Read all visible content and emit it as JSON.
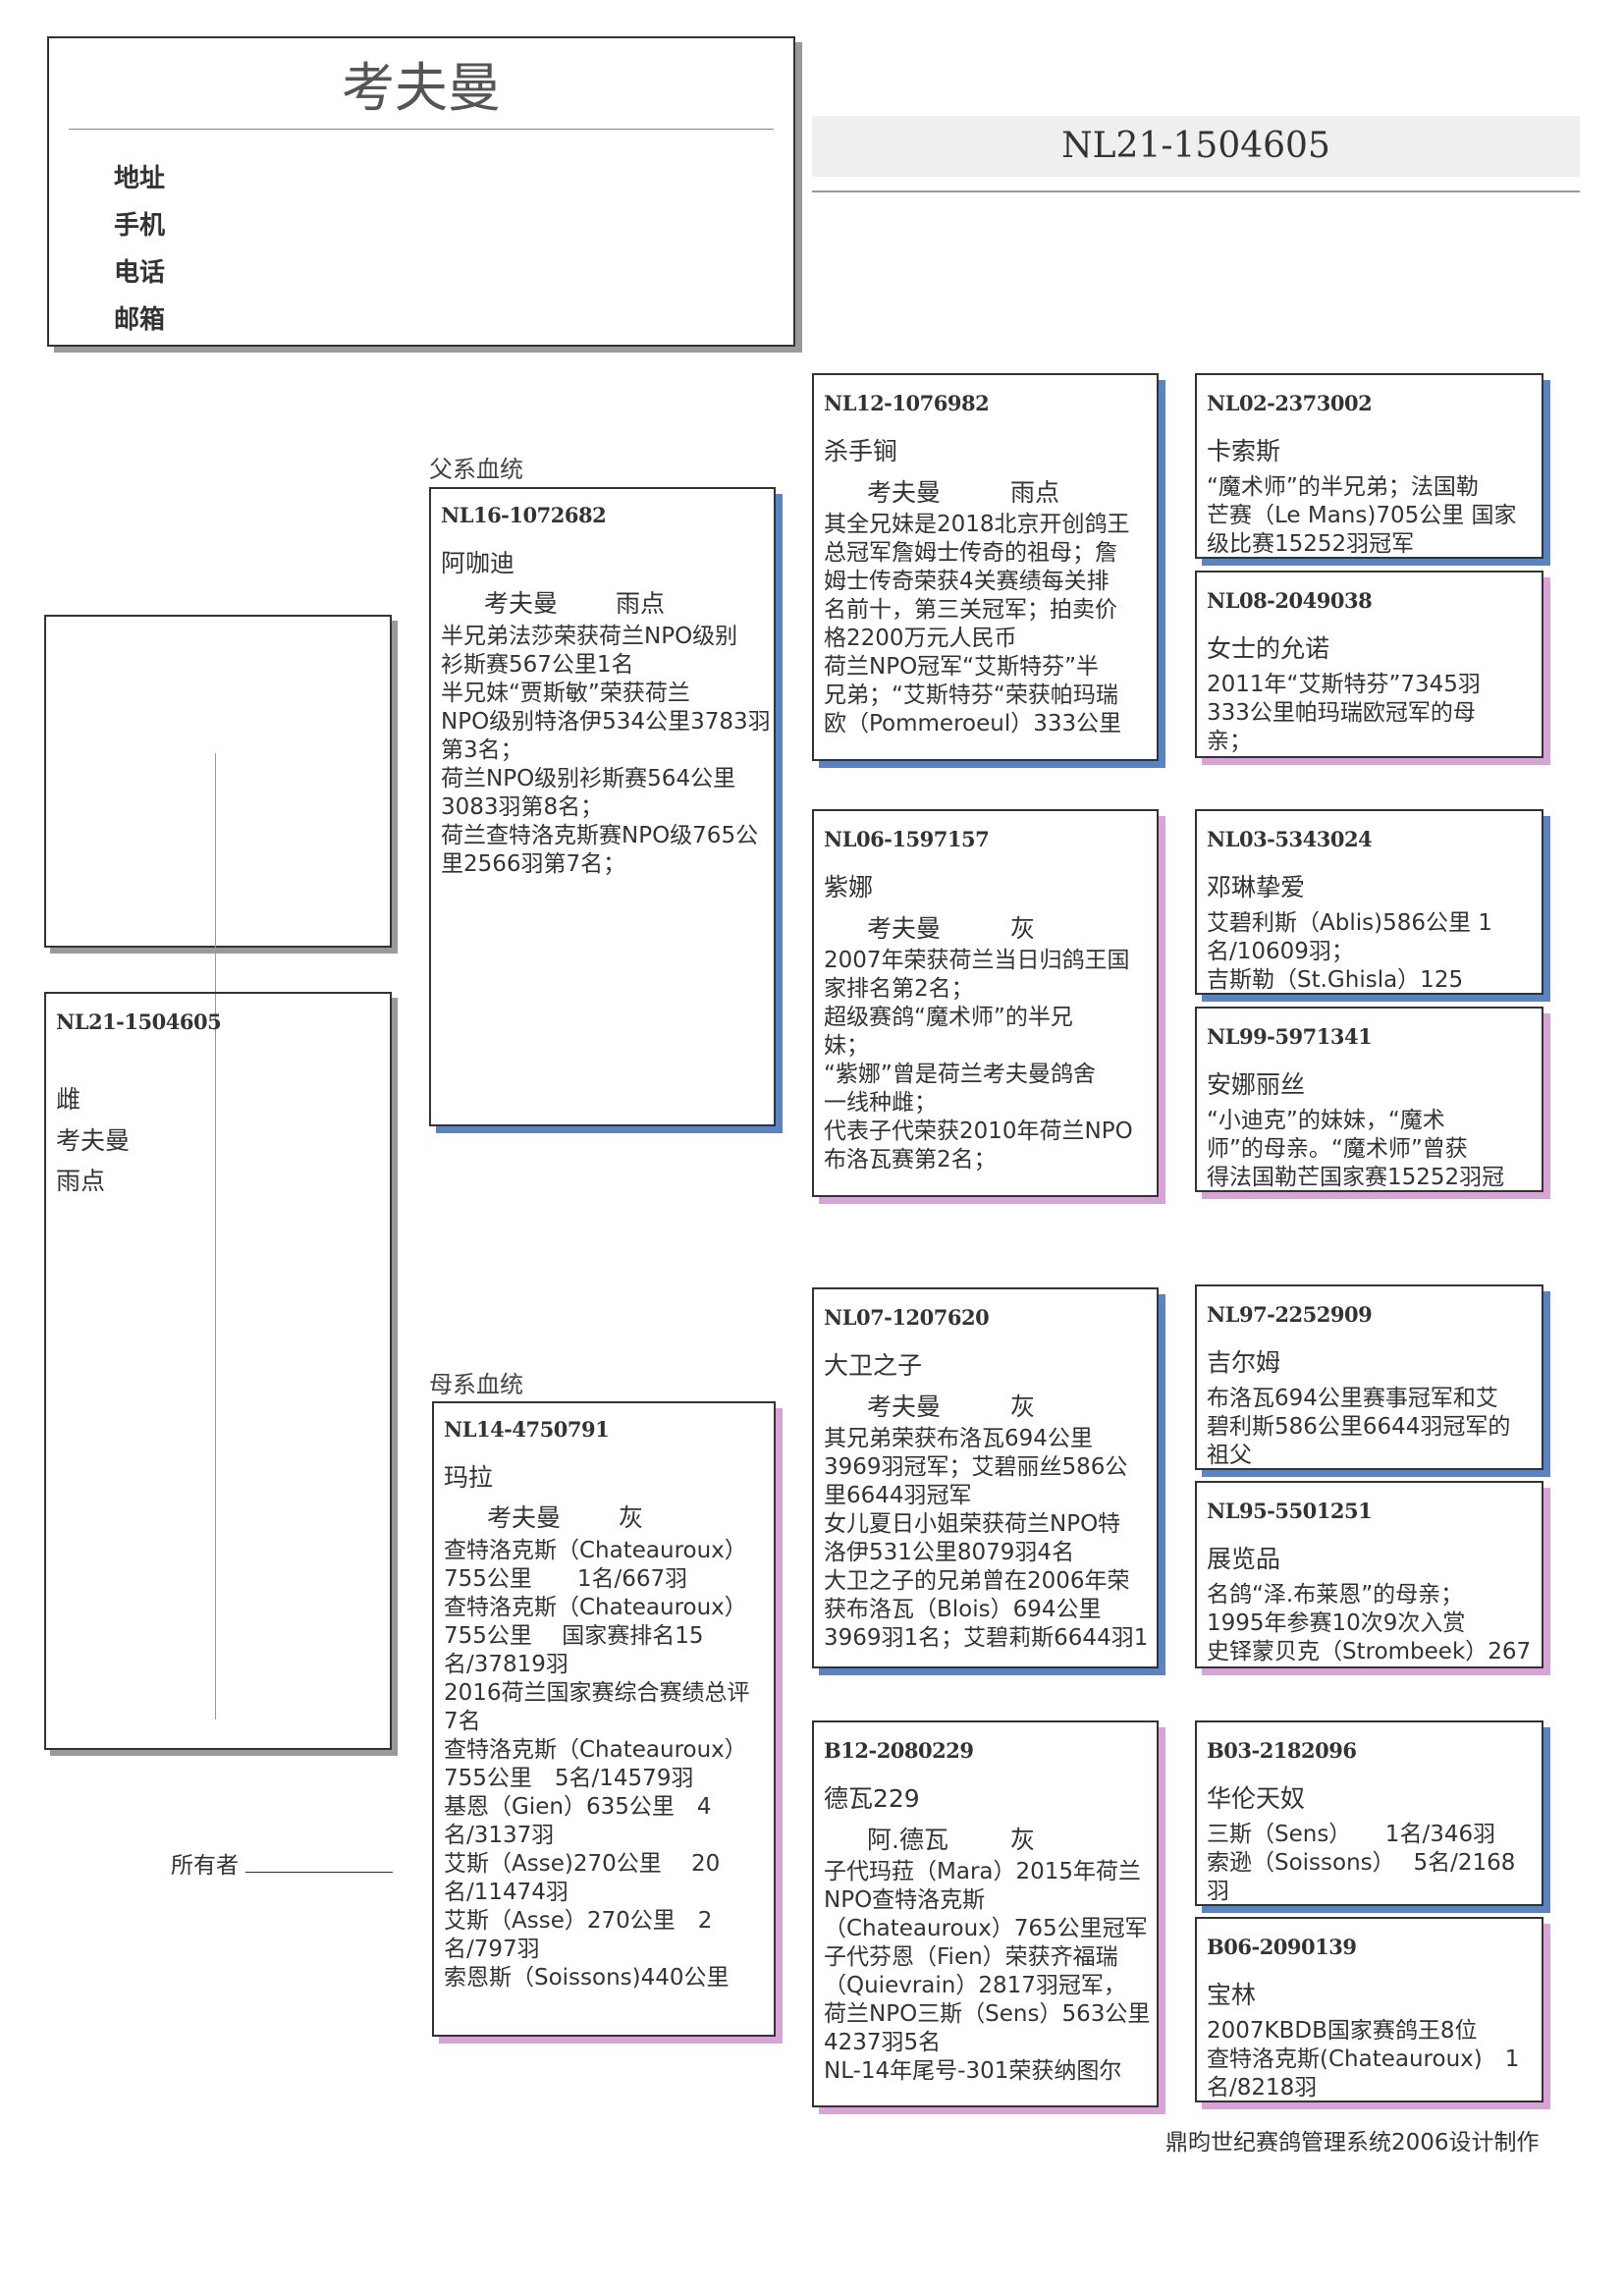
{
  "header": {
    "owner_name": "考夫曼",
    "contact_labels": [
      "地址",
      "手机",
      "电话",
      "邮箱"
    ]
  },
  "pedigree_id": "NL21-1504605",
  "subject": {
    "id": "NL21-1504605",
    "sex": "雌",
    "breeder": "考夫曼",
    "color": "雨点"
  },
  "owner_label": "所有者",
  "sire_label": "父系血统",
  "dam_label": "母系血统",
  "footer": "鼎昀世纪赛鸽管理系统2006设计制作",
  "cards": {
    "sire": {
      "id": "NL16-1072682",
      "name": "阿咖迪",
      "breeder": "考夫曼",
      "color": "雨点",
      "notes": [
        "半兄弟法莎荣获荷兰NPO级别",
        "衫斯赛567公里1名",
        "半兄妹“贾斯敏”荣获荷兰",
        "NPO级别特洛伊534公里3783羽",
        "第3名；",
        "荷兰NPO级别衫斯赛564公里",
        "3083羽第8名；",
        "荷兰查特洛克斯赛NPO级765公",
        "里2566羽第7名；"
      ]
    },
    "dam": {
      "id": "NL14-4750791",
      "name": "玛拉",
      "breeder": "考夫曼",
      "color": "灰",
      "notes": [
        "查特洛克斯（Chateauroux）",
        "755公里　　1名/667羽",
        "查特洛克斯（Chateauroux）",
        "755公里　 国家赛排名15",
        "名/37819羽",
        "2016荷兰国家赛综合赛绩总评",
        "7名",
        "查特洛克斯（Chateauroux）",
        "755公里　5名/14579羽",
        "基恩（Gien）635公里　4",
        "名/3137羽",
        "艾斯（Asse)270公里　 20",
        "名/11474羽",
        "艾斯（Asse）270公里　2",
        "名/797羽",
        "索恩斯（Soissons)440公里"
      ]
    },
    "sire_sire": {
      "id": "NL12-1076982",
      "name": "杀手锏",
      "breeder": "考夫曼",
      "color": "雨点",
      "notes": [
        "其全兄妹是2018北京开创鸽王",
        "总冠军詹姆士传奇的祖母；詹",
        "姆士传奇荣获4关赛绩每关排",
        "名前十，第三关冠军；拍卖价",
        "格2200万元人民币",
        "荷兰NPO冠军“艾斯特芬”半",
        "兄弟；“艾斯特芬“荣获帕玛瑞",
        "欧（Pommeroeul）333公里"
      ]
    },
    "sire_dam": {
      "id": "NL06-1597157",
      "name": "紫娜",
      "breeder": "考夫曼",
      "color": "灰",
      "notes": [
        "2007年荣获荷兰当日归鸽王国",
        "家排名第2名；",
        "超级赛鸽“魔术师”的半兄",
        "妹；",
        "“紫娜”曾是荷兰考夫曼鸽舍",
        "一线种雌；",
        "代表子代荣获2010年荷兰NPO",
        "布洛瓦赛第2名；"
      ]
    },
    "dam_sire": {
      "id": "NL07-1207620",
      "name": "大卫之子",
      "breeder": "考夫曼",
      "color": "灰",
      "notes": [
        "其兄弟荣获布洛瓦694公里",
        "3969羽冠军；艾碧丽丝586公",
        "里6644羽冠军",
        "女儿夏日小姐荣获荷兰NPO特",
        "洛伊531公里8079羽4名",
        "大卫之子的兄弟曾在2006年荣",
        "获布洛瓦（Blois）694公里",
        "3969羽1名；艾碧莉斯6644羽1"
      ]
    },
    "dam_dam": {
      "id": "B12-2080229",
      "name": "德瓦229",
      "breeder": "阿.德瓦",
      "color": "灰",
      "notes": [
        "子代玛菈（Mara）2015年荷兰",
        "NPO查特洛克斯",
        "（Chateauroux）765公里冠军",
        "子代芬恩（Fien）荣获齐福瑞",
        "（Quievrain）2817羽冠军，",
        "荷兰NPO三斯（Sens）563公里",
        "4237羽5名",
        "NL-14年尾号-301荣获纳图尔"
      ]
    },
    "ss_sire": {
      "id": "NL02-2373002",
      "name": "卡索斯",
      "notes": [
        "“魔术师”的半兄弟；法国勒",
        "芒赛（Le Mans)705公里 国家",
        "级比赛15252羽冠军"
      ]
    },
    "ss_dam": {
      "id": "NL08-2049038",
      "name": "女士的允诺",
      "notes": [
        "2011年“艾斯特芬”7345羽",
        "333公里帕玛瑞欧冠军的母",
        "亲；"
      ]
    },
    "sd_sire": {
      "id": "NL03-5343024",
      "name": "邓琳挚爱",
      "notes": [
        "艾碧利斯（Ablis)586公里 1",
        "名/10609羽；",
        "吉斯勒（St.Ghisla）125"
      ]
    },
    "sd_dam": {
      "id": "NL99-5971341",
      "name": "安娜丽丝",
      "notes": [
        "“小迪克”的妹妹，“魔术",
        "师”的母亲。“魔术师”曾获",
        "得法国勒芒国家赛15252羽冠"
      ]
    },
    "ds_sire": {
      "id": "NL97-2252909",
      "name": "吉尔姆",
      "notes": [
        "布洛瓦694公里赛事冠军和艾",
        "碧利斯586公里6644羽冠军的",
        "祖父"
      ]
    },
    "ds_dam": {
      "id": "NL95-5501251",
      "name": "展览品",
      "notes": [
        "名鸽“泽.布莱恩”的母亲；",
        "1995年参赛10次9次入赏",
        "史铎蒙贝克（Strombeek）267"
      ]
    },
    "dd_sire": {
      "id": "B03-2182096",
      "name": "华伦天奴",
      "notes": [
        "三斯（Sens）　　1名/346羽",
        "索逊（Soissons）　 5名/2168",
        "羽"
      ]
    },
    "dd_dam": {
      "id": "B06-2090139",
      "name": "宝林",
      "notes": [
        "2007KBDB国家赛鸽王8位",
        "查特洛克斯(Chateauroux)　1",
        "名/8218羽"
      ]
    }
  },
  "colors": {
    "male_shadow": "#5b83bf",
    "female_shadow": "#d8a3d6"
  }
}
